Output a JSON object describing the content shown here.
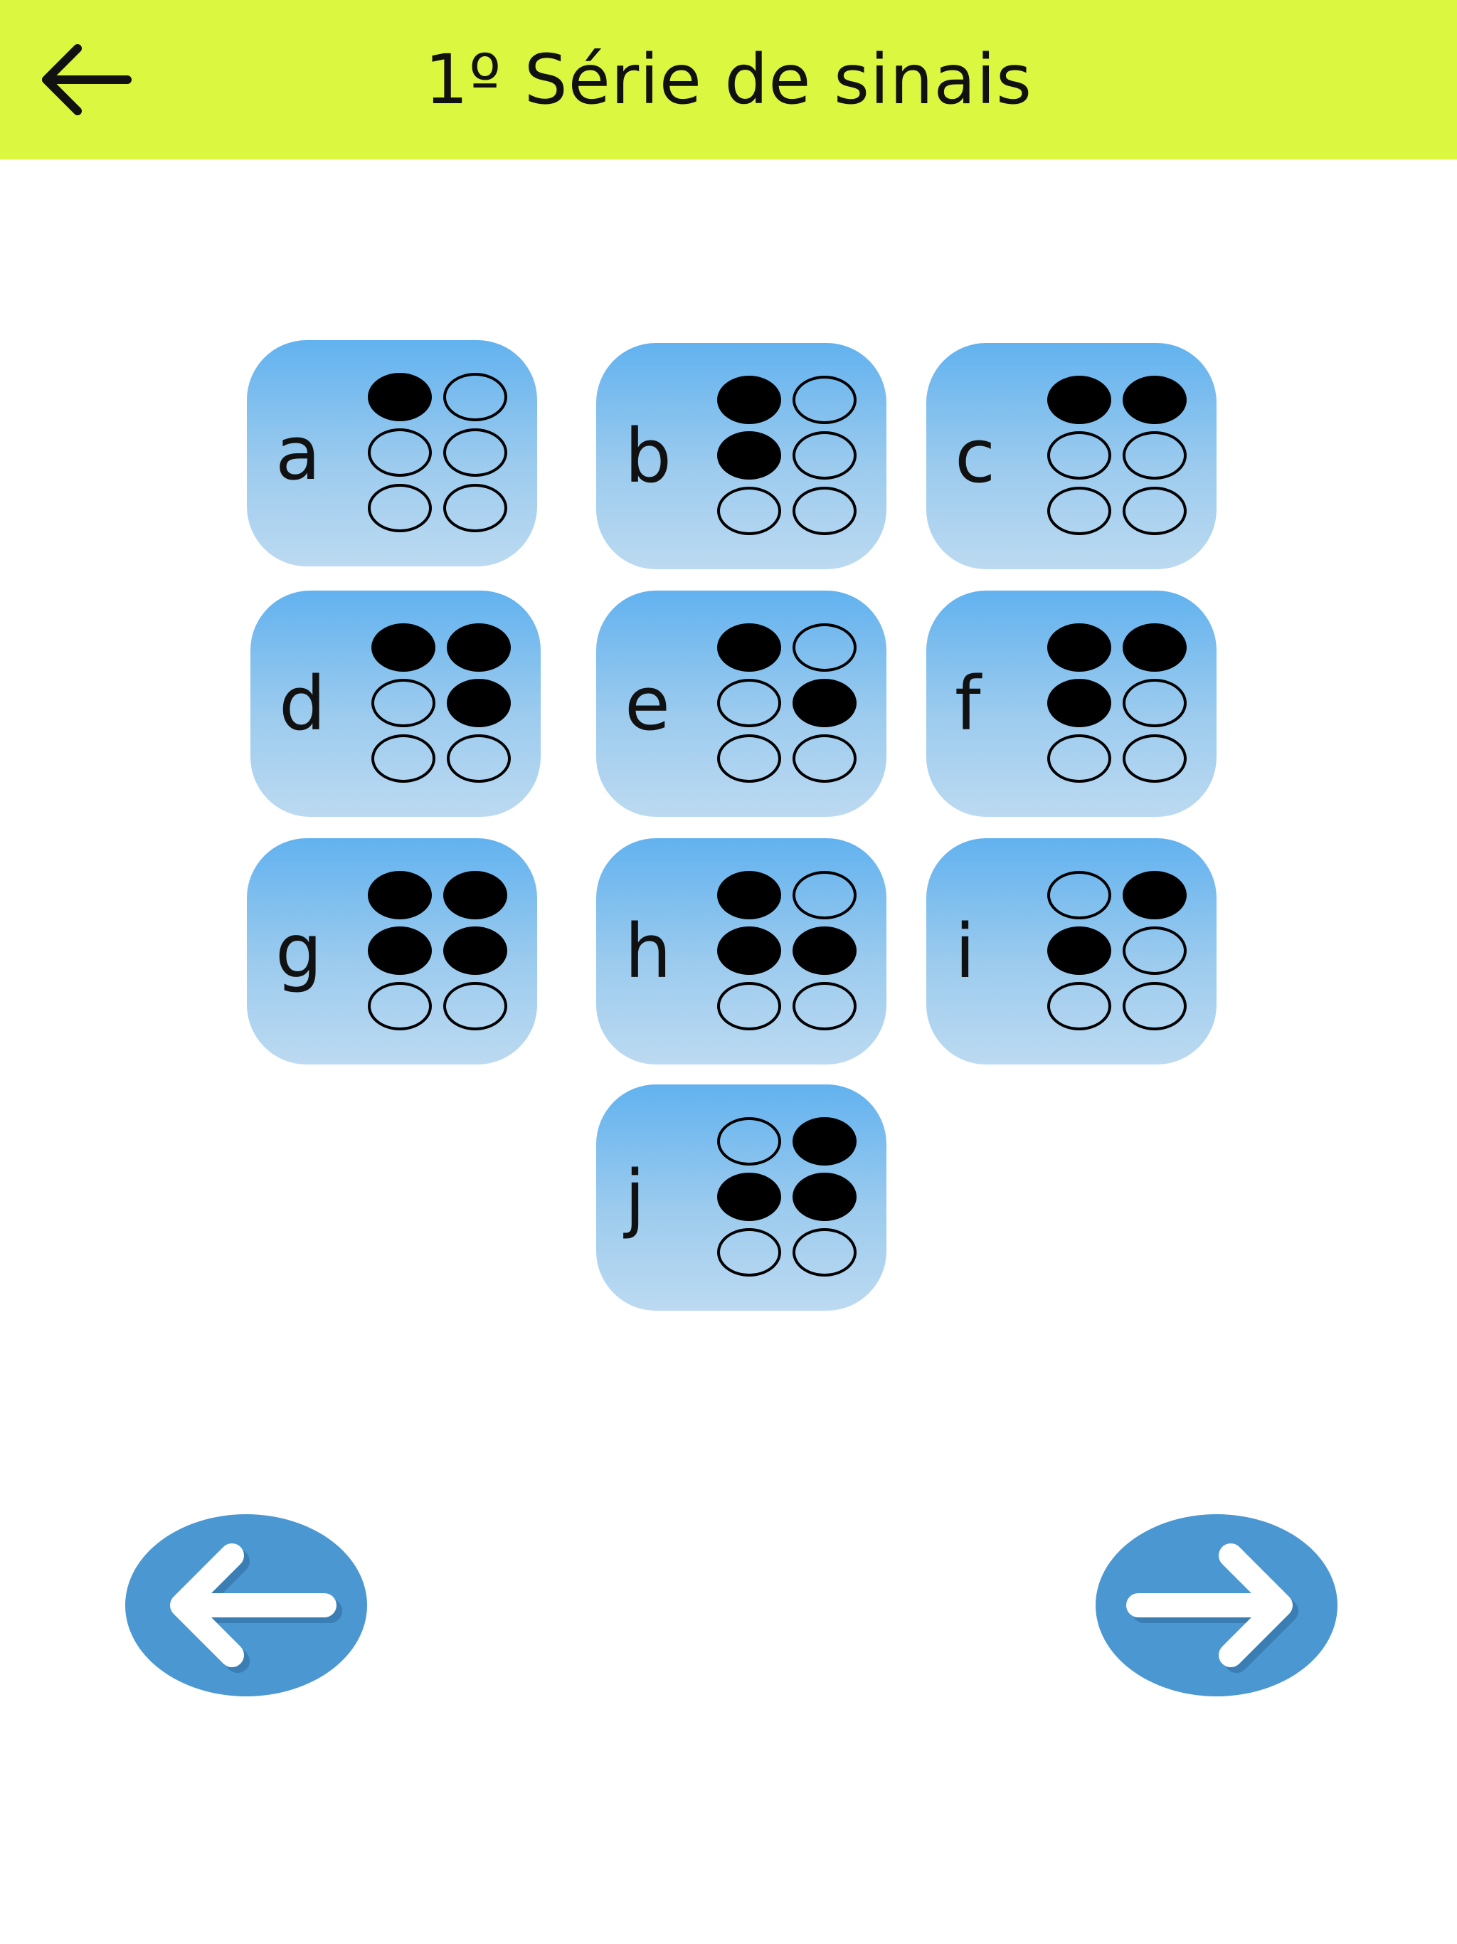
{
  "header": {
    "title": "1º Série de sinais",
    "background": "#dcf73f",
    "back_icon": "arrow-left-icon"
  },
  "tiles": [
    {
      "letter": "a",
      "dots": [
        1,
        0,
        0,
        0,
        0,
        0
      ]
    },
    {
      "letter": "b",
      "dots": [
        1,
        0,
        1,
        0,
        0,
        0
      ]
    },
    {
      "letter": "c",
      "dots": [
        1,
        1,
        0,
        0,
        0,
        0
      ]
    },
    {
      "letter": "d",
      "dots": [
        1,
        1,
        0,
        1,
        0,
        0
      ]
    },
    {
      "letter": "e",
      "dots": [
        1,
        0,
        0,
        1,
        0,
        0
      ]
    },
    {
      "letter": "f",
      "dots": [
        1,
        1,
        1,
        0,
        0,
        0
      ]
    },
    {
      "letter": "g",
      "dots": [
        1,
        1,
        1,
        1,
        0,
        0
      ]
    },
    {
      "letter": "h",
      "dots": [
        1,
        0,
        1,
        1,
        0,
        0
      ]
    },
    {
      "letter": "i",
      "dots": [
        0,
        1,
        1,
        0,
        0,
        0
      ]
    },
    {
      "letter": "j",
      "dots": [
        0,
        1,
        1,
        1,
        0,
        0
      ]
    }
  ],
  "navigation": {
    "previous_icon": "arrow-left-icon",
    "next_icon": "arrow-right-icon",
    "button_color": "#4a97d2"
  },
  "colors": {
    "tile_top": "#62b2ef",
    "tile_bottom": "#bcdaf1"
  }
}
